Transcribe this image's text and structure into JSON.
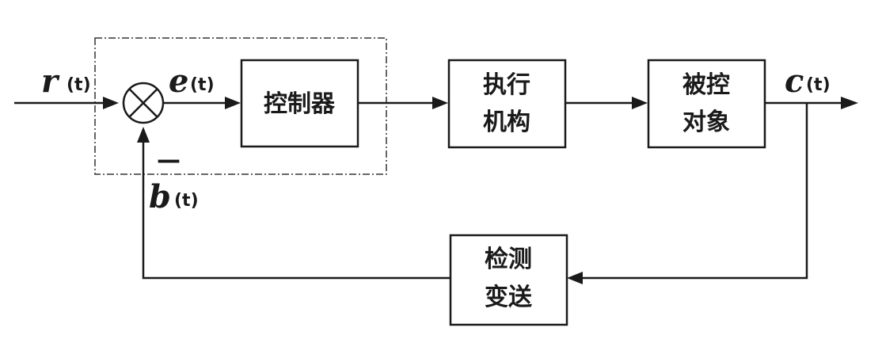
{
  "blocks": {
    "controller": "控制器",
    "actuator": [
      "执行",
      "机构"
    ],
    "plant": [
      "被控",
      "对象"
    ],
    "sensor": [
      "检测",
      "变送"
    ]
  },
  "signals": {
    "reference": {
      "symbol": "r",
      "arg": "(t)"
    },
    "error": {
      "symbol": "e",
      "arg": "(t)"
    },
    "output": {
      "symbol": "c",
      "arg": "(t)"
    },
    "feedback": {
      "symbol": "b",
      "arg": "(t)"
    }
  },
  "summing_junction": {
    "feedback_sign": "—"
  }
}
